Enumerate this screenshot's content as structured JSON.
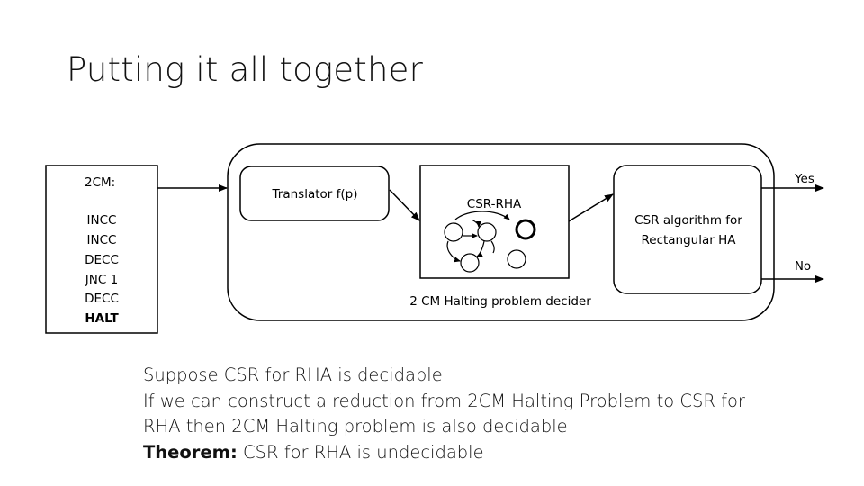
{
  "slide": {
    "title": "Putting it all together"
  },
  "program": {
    "header": "2CM:",
    "lines": [
      "INCC",
      "INCC",
      "DECC",
      "JNC 1",
      "DECC",
      "HALT"
    ]
  },
  "decider": {
    "translator_label": "Translator f(p)",
    "csr_rha_label": "CSR-RHA",
    "algorithm_label_line1": "CSR algorithm for",
    "algorithm_label_line2": "Rectangular HA",
    "decider_label": "2 CM Halting problem decider",
    "yes_label": "Yes",
    "no_label": "No"
  },
  "text": {
    "line1": "Suppose CSR for RHA is decidable",
    "line2": "If we can construct a reduction from 2CM Halting Problem to CSR for",
    "line3": "RHA then 2CM Halting problem is also decidable",
    "theorem_label": "Theorem:",
    "theorem_rest": " CSR for RHA is undecidable"
  }
}
